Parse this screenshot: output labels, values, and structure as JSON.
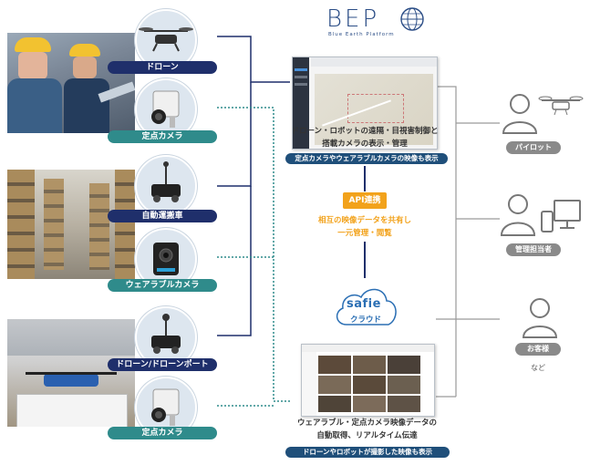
{
  "brand": {
    "logo": "BEP",
    "tagline": "Blue Earth Platform"
  },
  "devices": {
    "drone": "ドローン",
    "fixed_camera_top": "定点カメラ",
    "agv": "自動運搬車",
    "wearable": "ウェアラブルカメラ",
    "drone_port": "ドローン/ドローンポート",
    "fixed_camera_bottom": "定点カメラ"
  },
  "bep_app": {
    "description_line1": "ドローン・ロボットの遠隔・目視害制御と",
    "description_line2": "搭載カメラの表示・管理",
    "band": "定点カメラやウェアラブルカメラの映像も表示"
  },
  "api": {
    "label": "API連携",
    "desc_line1": "相互の映像データを共有し",
    "desc_line2": "一元管理・閲覧"
  },
  "safie": {
    "logo": "safie",
    "cloud_label": "クラウド"
  },
  "safie_app": {
    "description_line1": "ウェアラブル・定点カメラ映像データの",
    "description_line2": "自動取得、リアルタイム伝達",
    "band": "ドローンやロボットが撮影した映像も表示"
  },
  "users": {
    "pilot": "パイロット",
    "admin": "管理担当者",
    "customer": "お客様",
    "etc": "など"
  },
  "colors": {
    "navy": "#1f2f6b",
    "teal": "#2f8b8b",
    "api_orange": "#f2a21b",
    "safie_blue": "#2b6fb4",
    "gray": "#8a8a8a"
  }
}
